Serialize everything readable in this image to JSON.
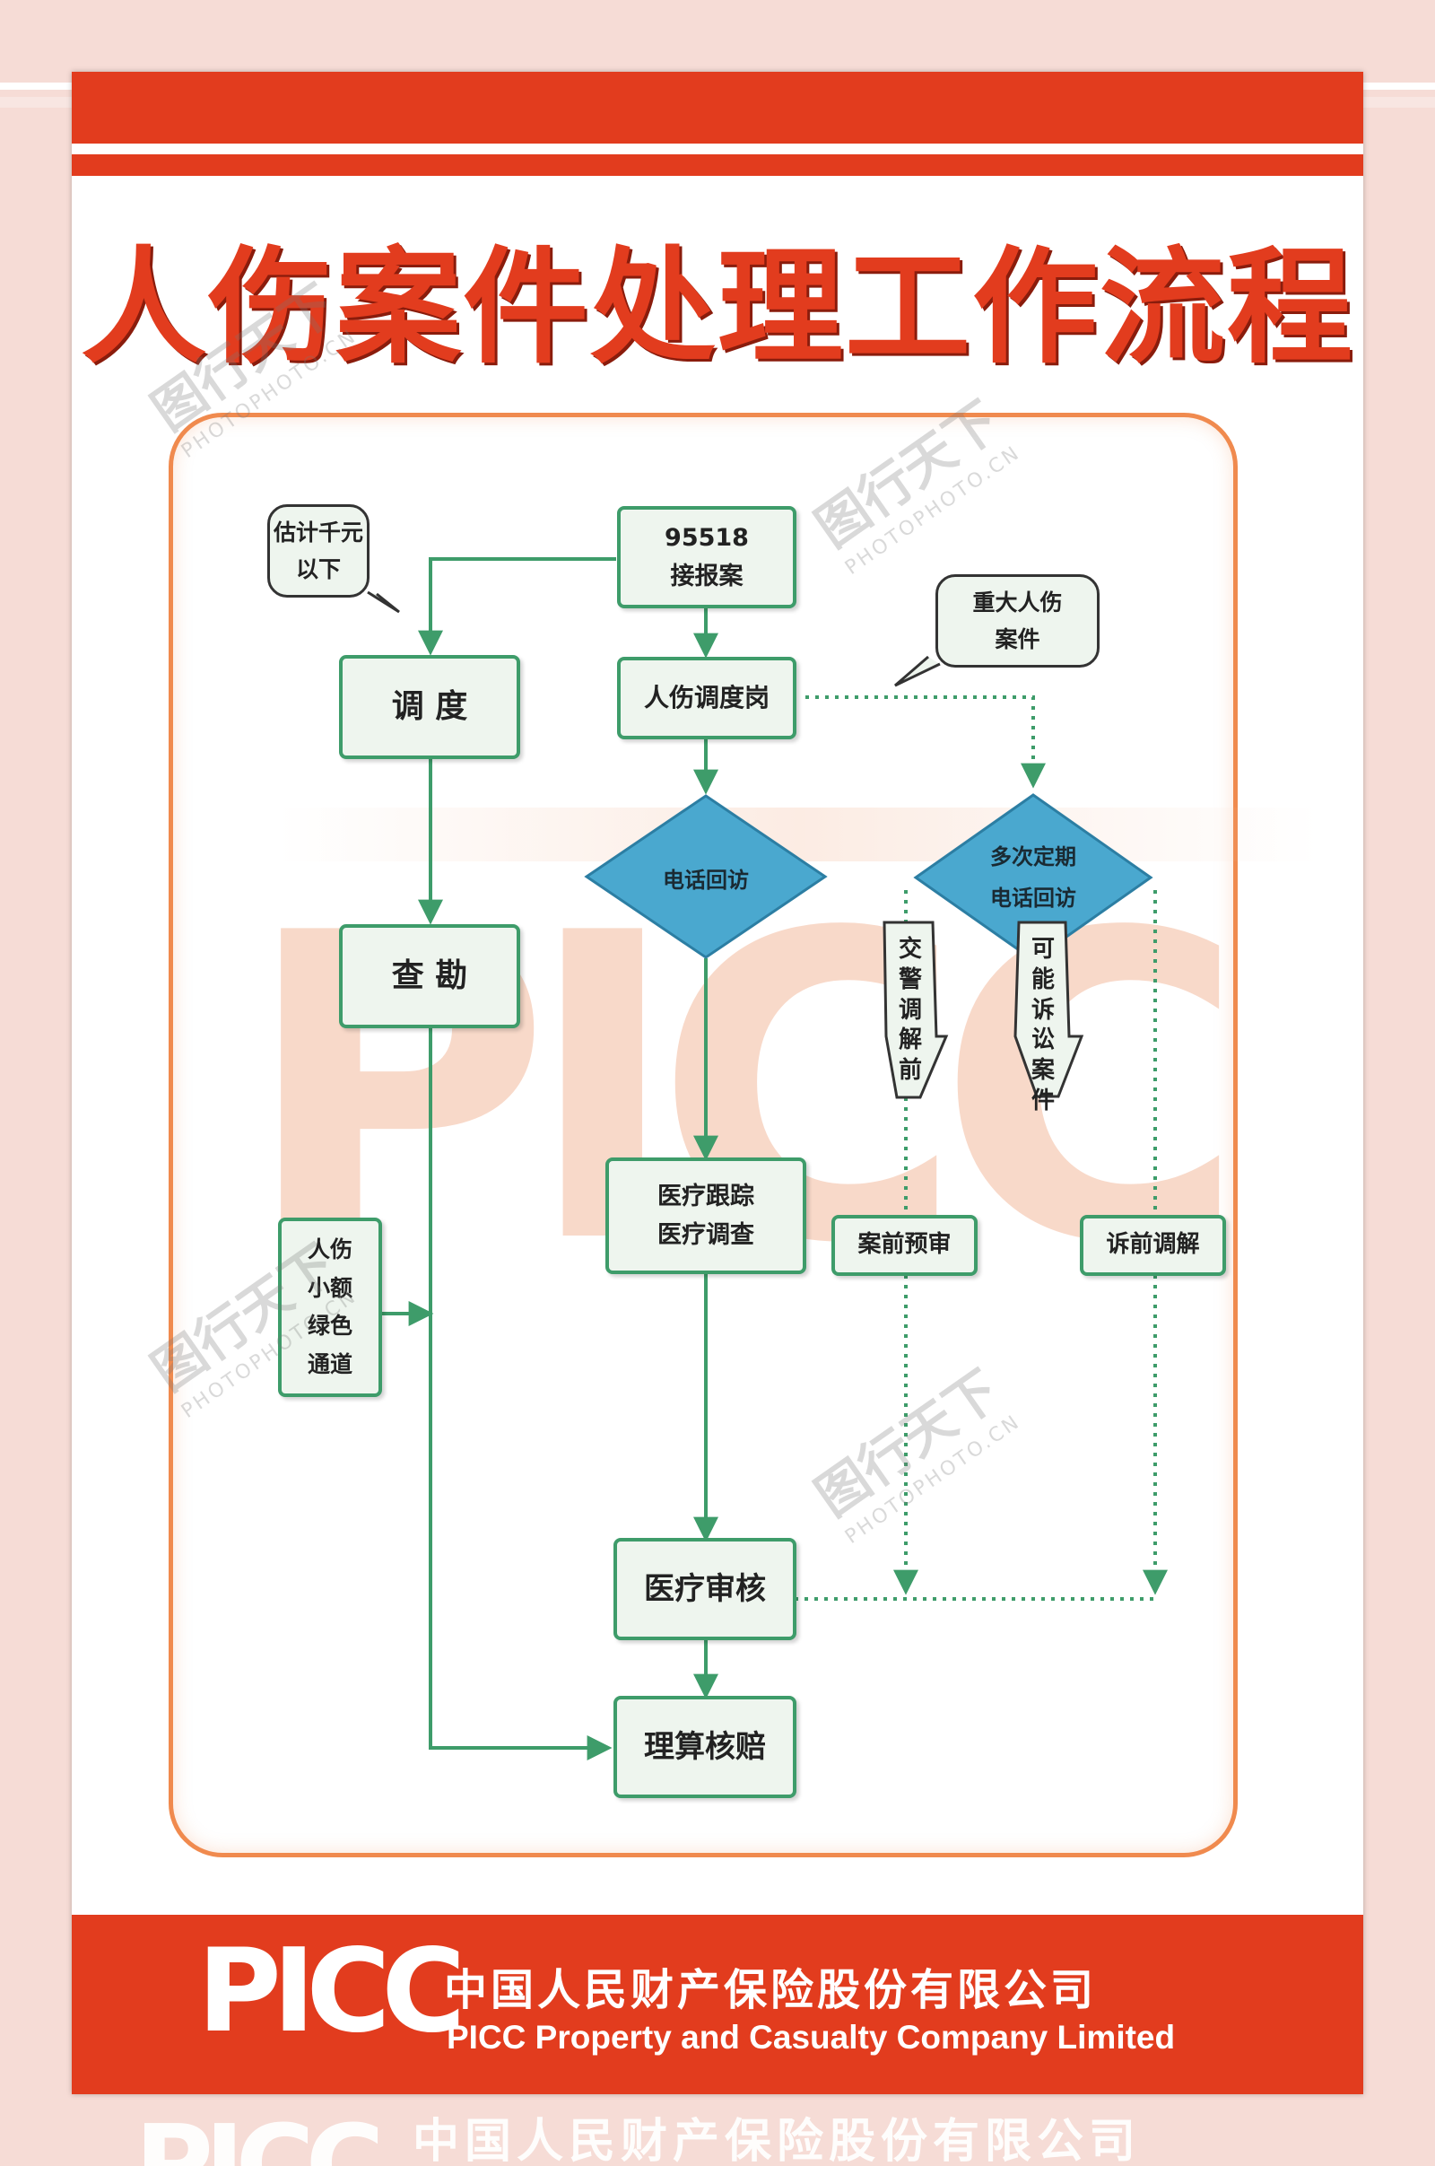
{
  "poster": {
    "title": "人伤案件处理工作流程"
  },
  "watermark": {
    "picc_text": "PICC",
    "brand_cn": "图行天下",
    "brand_en": "PHOTOPHOTO.CN"
  },
  "nodes": {
    "report": "95518\n接报案",
    "dispatch_post": "人伤调度岗",
    "dispatch": "调  度",
    "survey": "查 勘",
    "phone_visit": "电话回访",
    "periodic_visit": "多次定期\n电话回访",
    "medical_tracking": "医疗跟踪\n医疗调查",
    "green_channel": "人伤\n小额\n绿色\n通道",
    "pre_case_review": "案前预审",
    "pre_litigation_mediation": "诉前调解",
    "medical_audit": "医疗审核",
    "settlement": "理算核赔"
  },
  "callouts": {
    "under_thousand": "估计千元\n以下",
    "major_case": "重大人伤\n案件"
  },
  "arrow_labels": {
    "police_mediation": "交警调解前",
    "possible_litigation": "可能诉讼案件"
  },
  "footer": {
    "logo": "PICC",
    "company_cn": "中国人民财产保险股份有限公司",
    "company_en": "PICC Property and Casualty Company Limited"
  },
  "colors": {
    "brand_red": "#e23c1e",
    "node_border": "#3e9c6a",
    "diamond_fill": "#4aa8cf",
    "panel_border": "#f08a4e"
  }
}
